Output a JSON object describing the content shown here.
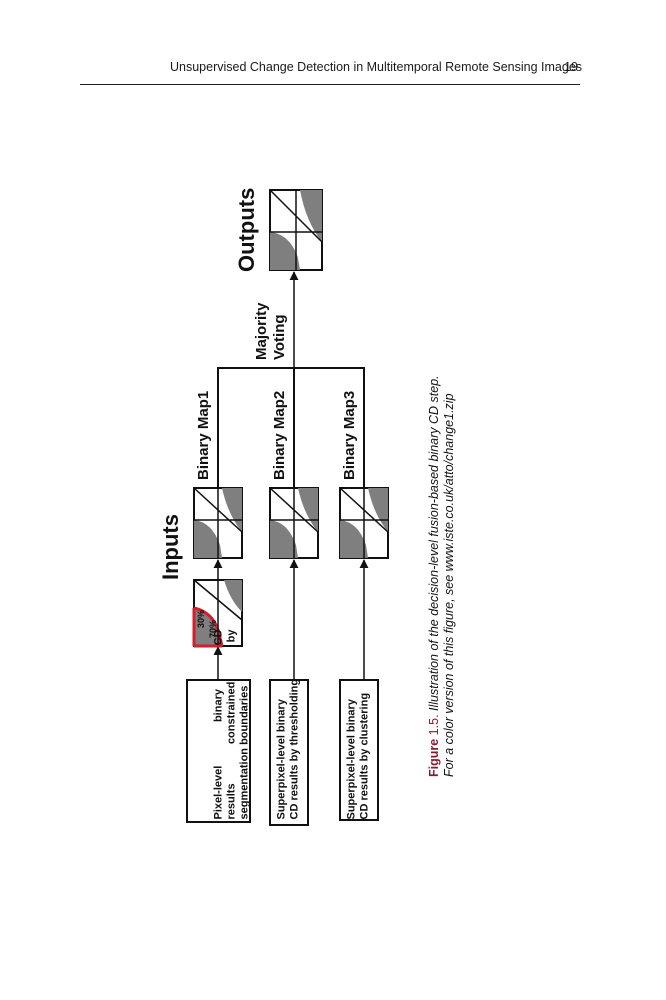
{
  "header": {
    "running_head": "Unsupervised Change Detection in Multitemporal Remote Sensing Images",
    "page_number": "19"
  },
  "figure": {
    "inputs_title": "Inputs",
    "outputs_title": "Outputs",
    "majority_voting_line1": "Majority",
    "majority_voting_line2": "Voting",
    "binary_maps": [
      "Binary Map1",
      "Binary Map2",
      "Binary Map3"
    ],
    "sources": [
      {
        "lines": [
          "Pixel-level binary CD",
          "results constrained by",
          "segmentation boundaries"
        ]
      },
      {
        "lines": [
          "Superpixel-level binary",
          "CD results by thresholding"
        ]
      },
      {
        "lines": [
          "Superpixel-level binary",
          "CD results by clustering"
        ]
      }
    ],
    "percent_small": "30%",
    "percent_large": "70%",
    "colors": {
      "gray": "#7f7f7f",
      "red": "#d41e2b",
      "black": "#111111"
    }
  },
  "caption": {
    "label": "Figure",
    "number": "1.5.",
    "text": "Illustration of the decision-level fusion-based binary CD step.",
    "line2": "For a color version of this figure, see www.iste.co.uk/atto/change1.zip"
  }
}
